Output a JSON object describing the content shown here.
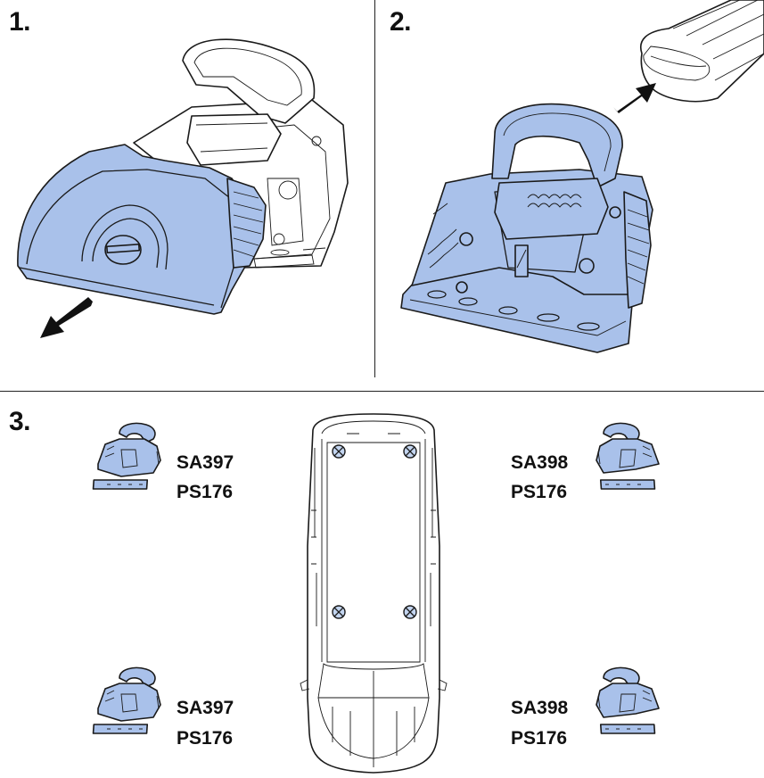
{
  "steps": [
    {
      "label": "1."
    },
    {
      "label": "2."
    },
    {
      "label": "3."
    }
  ],
  "step3": {
    "front_left": {
      "foot": "SA397",
      "pad": "PS176"
    },
    "front_right": {
      "foot": "SA398",
      "pad": "PS176"
    },
    "rear_left": {
      "foot": "SA397",
      "pad": "PS176"
    },
    "rear_right": {
      "foot": "SA398",
      "pad": "PS176"
    }
  },
  "colors": {
    "part": "#a9c1ea",
    "line": "#1a1a1a",
    "arrow": "#111111"
  }
}
